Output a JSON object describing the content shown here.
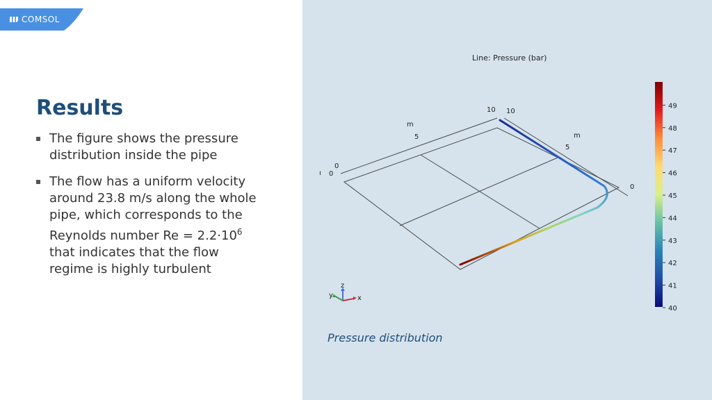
{
  "brand": {
    "logo_text": "COMSOL",
    "accent": "#4a90e2"
  },
  "slide": {
    "title": "Results",
    "bullets": [
      {
        "text": "The figure shows the pressure distribution inside the pipe"
      },
      {
        "text_before": "The flow has a uniform velocity around 23.8 m/s along the whole pipe, which corresponds to the Reynolds number Re = 2.2·10",
        "superscript": "6",
        "text_after": " that indicates that the flow regime is highly turbulent"
      }
    ],
    "caption": "Pressure distribution"
  },
  "plot": {
    "title": "Line: Pressure (bar)",
    "axis_labels": {
      "m_left": "m",
      "m_right": "m",
      "cut_left": "ı"
    },
    "tick_labels": {
      "left_10": "10",
      "left_5": "5",
      "left_0": "0",
      "left_0b": "0",
      "right_10": "10",
      "right_5": "5",
      "right_0": "0"
    },
    "triad": {
      "x": "x",
      "y": "y",
      "z": "z"
    },
    "colorbar": {
      "ticks": [
        "49",
        "48",
        "47",
        "46",
        "45",
        "44",
        "43",
        "42",
        "41",
        "40"
      ],
      "min": 40,
      "max": 50,
      "colors": [
        "#7f0000",
        "#e31a1c",
        "#fd8d3c",
        "#fed976",
        "#d9ef8b",
        "#66c2a5",
        "#2b83ba",
        "#1f4ea8",
        "#0b0b7a"
      ]
    }
  }
}
